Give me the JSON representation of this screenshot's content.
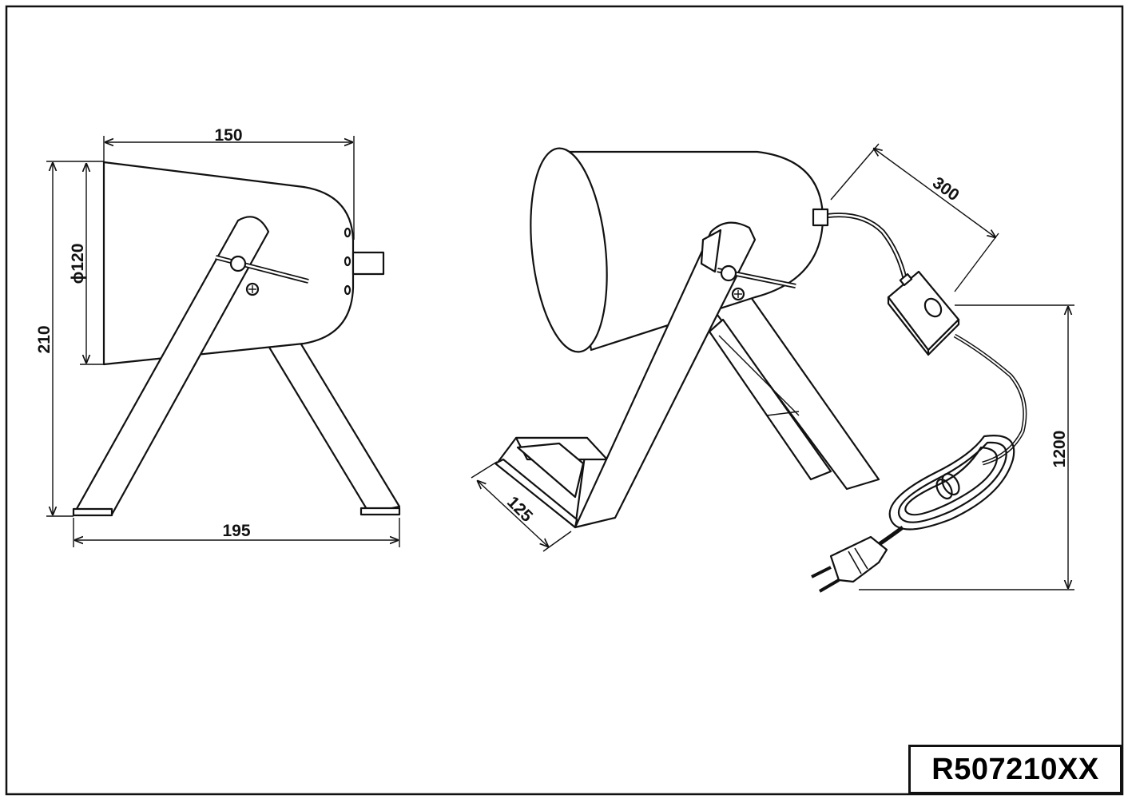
{
  "dimensions": {
    "shade_length": "150",
    "total_height": "210",
    "shade_diameter": "ϕ120",
    "base_width": "195",
    "base_depth": "125",
    "cable_to_switch": "300",
    "cable_total": "1200"
  },
  "model_code": "R507210XX"
}
